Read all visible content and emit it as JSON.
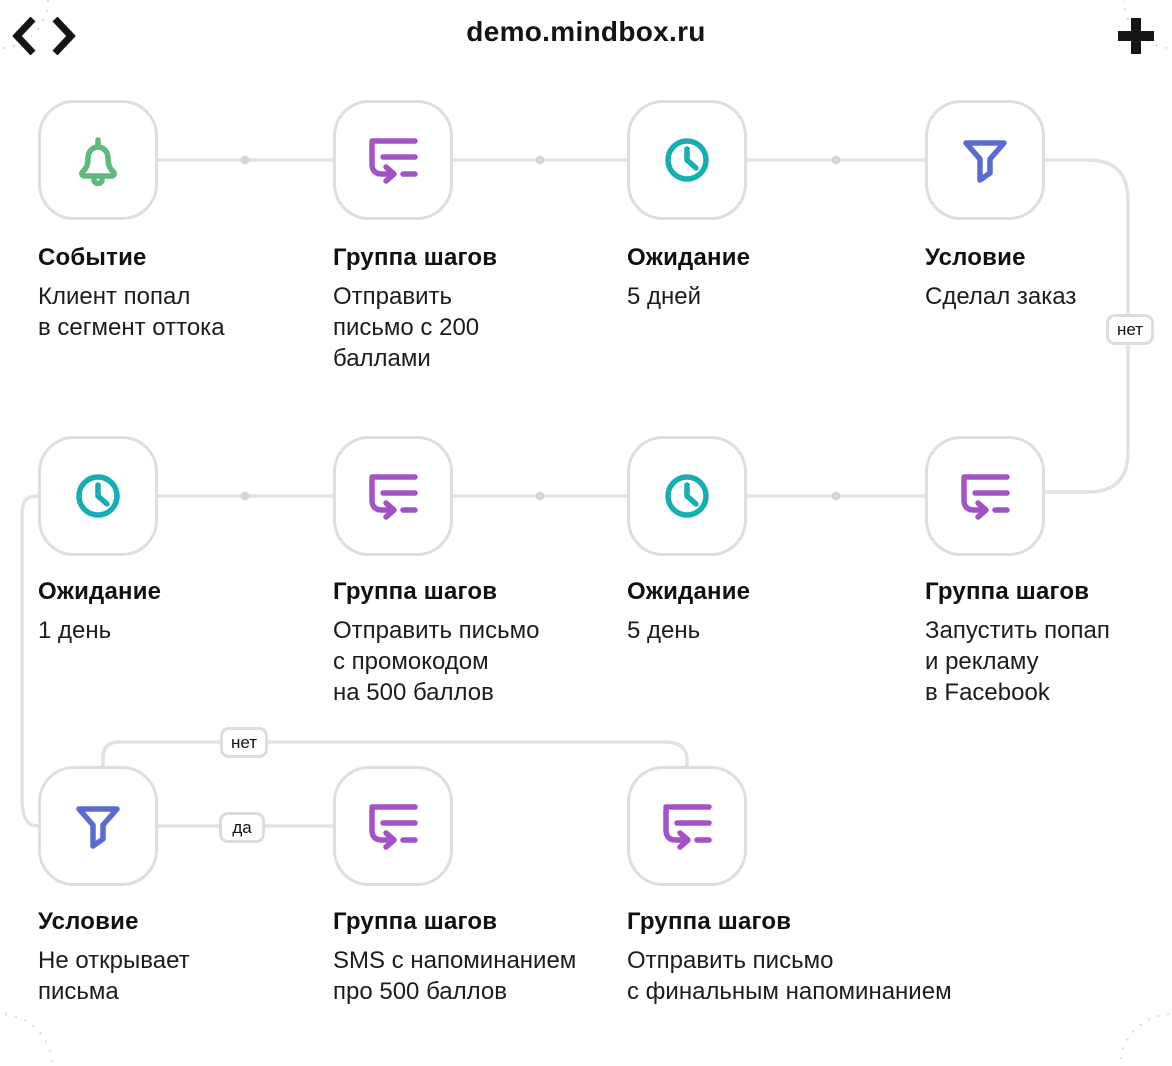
{
  "header": {
    "title": "demo.mindbox.ru"
  },
  "edge_labels": {
    "no_after_order": "нет",
    "yes_opens": "да",
    "no_opens": "нет"
  },
  "colors": {
    "event": "#5fb87d",
    "steps": "#a452c7",
    "wait": "#17adb4",
    "condition": "#5a6cd1",
    "wire": "#e2e2e2",
    "dot": "#d7d7d7",
    "ink": "#141414"
  },
  "nodes": [
    {
      "type": "event",
      "title": "Событие",
      "desc": "Клиент попал\nв сегмент оттока"
    },
    {
      "type": "steps",
      "title": "Группа шагов",
      "desc": "Отправить\nписьмо с 200\nбаллами"
    },
    {
      "type": "wait",
      "title": "Ожидание",
      "desc": "5 дней"
    },
    {
      "type": "condition",
      "title": "Условие",
      "desc": "Сделал заказ"
    },
    {
      "type": "wait",
      "title": "Ожидание",
      "desc": "1 день"
    },
    {
      "type": "steps",
      "title": "Группа шагов",
      "desc": "Отправить письмо\nс промокодом\nна 500 баллов"
    },
    {
      "type": "wait",
      "title": "Ожидание",
      "desc": "5 день"
    },
    {
      "type": "steps",
      "title": "Группа шагов",
      "desc": "Запустить попап\nи рекламу\nв Facebook"
    },
    {
      "type": "condition",
      "title": "Условие",
      "desc": "Не открывает\nписьма"
    },
    {
      "type": "steps",
      "title": "Группа шагов",
      "desc": "SMS с напоминанием\nпро 500 баллов"
    },
    {
      "type": "steps",
      "title": "Группа шагов",
      "desc": "Отправить письмо\nс финальным напоминанием"
    }
  ]
}
